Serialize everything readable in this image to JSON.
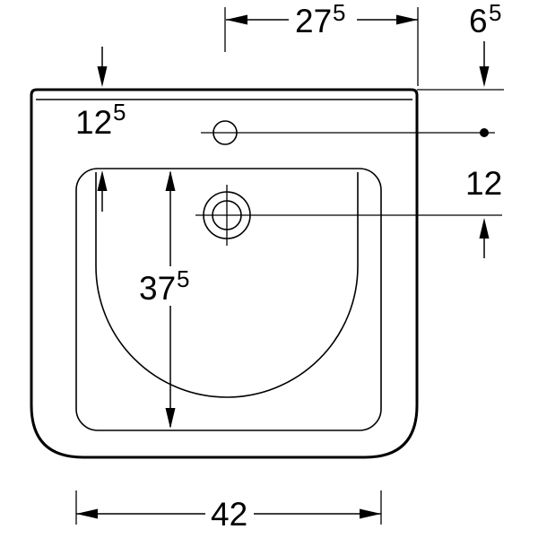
{
  "diagram": {
    "kind": "washbasin-plan-technical-drawing",
    "background_color": "#ffffff",
    "line_color": "#000000",
    "dimensions": {
      "top_width": {
        "main": "27",
        "sup": "5",
        "value": 27.5
      },
      "back_edge_to_tap_hole": {
        "main": "6",
        "sup": "5",
        "value": 6.5
      },
      "back_edge_to_inner_rim": {
        "main": "12",
        "sup": "5",
        "value": 12.5
      },
      "tap_hole_to_drain": {
        "main": "12",
        "value": 12
      },
      "inner_rim_depth": {
        "main": "37",
        "sup": "5",
        "value": 37.5
      },
      "inner_rim_width": {
        "main": "42",
        "value": 42
      }
    },
    "features": {
      "tap_hole": "tap-hole-with-centerline",
      "drain": "drain-concentric-circles-crosshair"
    }
  }
}
